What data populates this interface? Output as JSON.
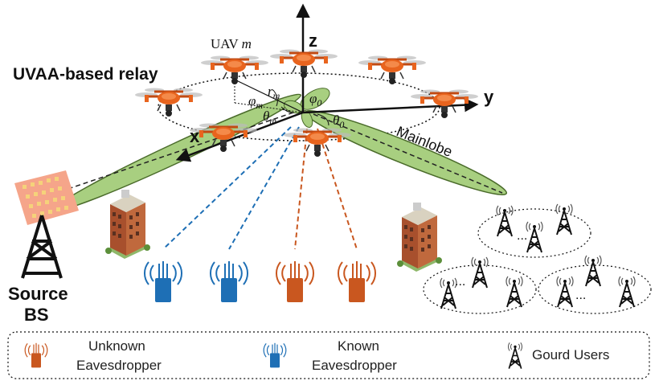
{
  "title": "UVAA-based relay",
  "uav_label": {
    "prefix": "UAV ",
    "index": "m"
  },
  "axes": {
    "x": "x",
    "y": "y",
    "z": "z"
  },
  "angles": {
    "r": "r",
    "r_sub": "m",
    "phi": "φ",
    "phi_sub": "m",
    "theta": "θ",
    "theta_sub": "m",
    "phi0": "φ",
    "phi0_sub": "0",
    "theta0": "θ",
    "theta0_sub": "0"
  },
  "mainlobe_label": "Mainlobe",
  "source_label_line1": "Source",
  "source_label_line2": "BS",
  "legend": {
    "unknown_line1": "Unknown",
    "unknown_line2": "Eavesdropper",
    "known_line1": "Known",
    "known_line2": "Eavesdropper",
    "users": "Gourd Users"
  },
  "colors": {
    "drone_body": "#e8641e",
    "lobe_fill": "#a8cf80",
    "known_eve": "#1e6fb5",
    "unknown_eve": "#c9571f",
    "panel": "#f5a58a"
  }
}
